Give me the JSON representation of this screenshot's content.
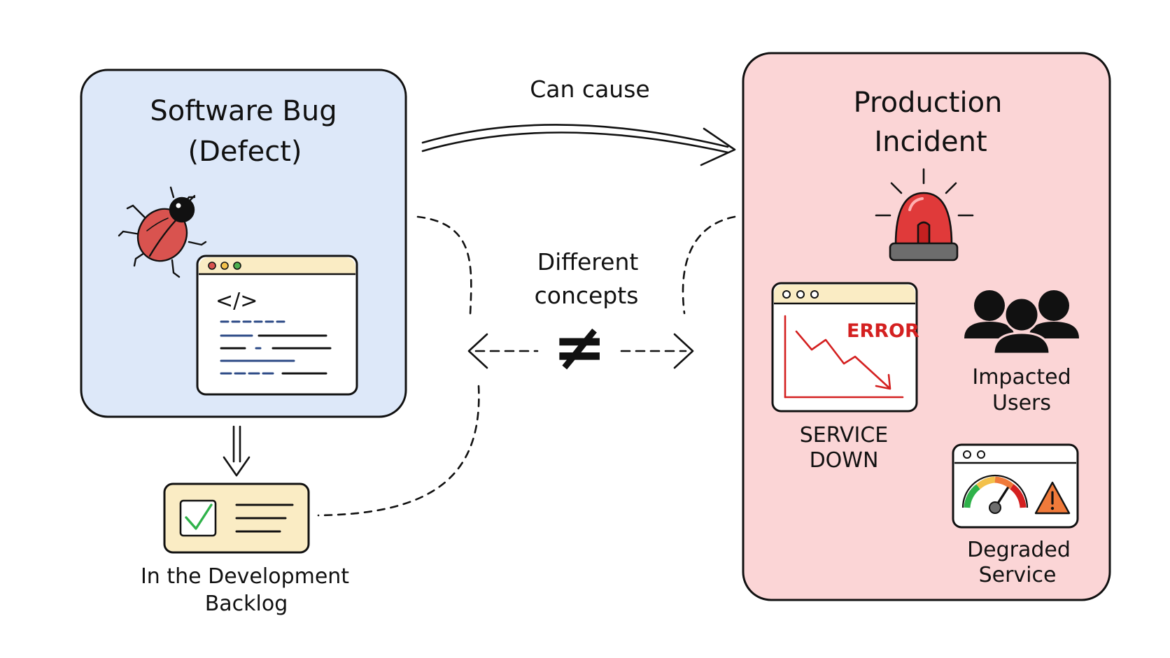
{
  "bug_box": {
    "title_line1": "Software Bug",
    "title_line2": "(Defect)",
    "fill": "#dde8f9"
  },
  "backlog": {
    "label_line1": "In the Development",
    "label_line2": "Backlog"
  },
  "connector": {
    "can_cause": "Can cause",
    "different_line1": "Different",
    "different_line2": "concepts",
    "not_equal_symbol": "≠"
  },
  "incident_box": {
    "title_line1": "Production",
    "title_line2": "Incident",
    "fill": "#fbd5d6",
    "service_down_line1": "SERVICE",
    "service_down_line2": "DOWN",
    "error_label": "ERROR",
    "users_line1": "Impacted",
    "users_line2": "Users",
    "degraded_line1": "Degraded",
    "degraded_line2": "Service"
  },
  "icons": [
    "bug-icon",
    "code-window-icon",
    "checklist-card-icon",
    "siren-icon",
    "error-chart-window-icon",
    "users-icon",
    "gauge-warning-window-icon"
  ],
  "colors": {
    "bug_red": "#d9534f",
    "alert_red": "#d42020",
    "card_yellow": "#faecc4",
    "check_green": "#2fb24a",
    "warning_orange": "#f07a3a"
  }
}
